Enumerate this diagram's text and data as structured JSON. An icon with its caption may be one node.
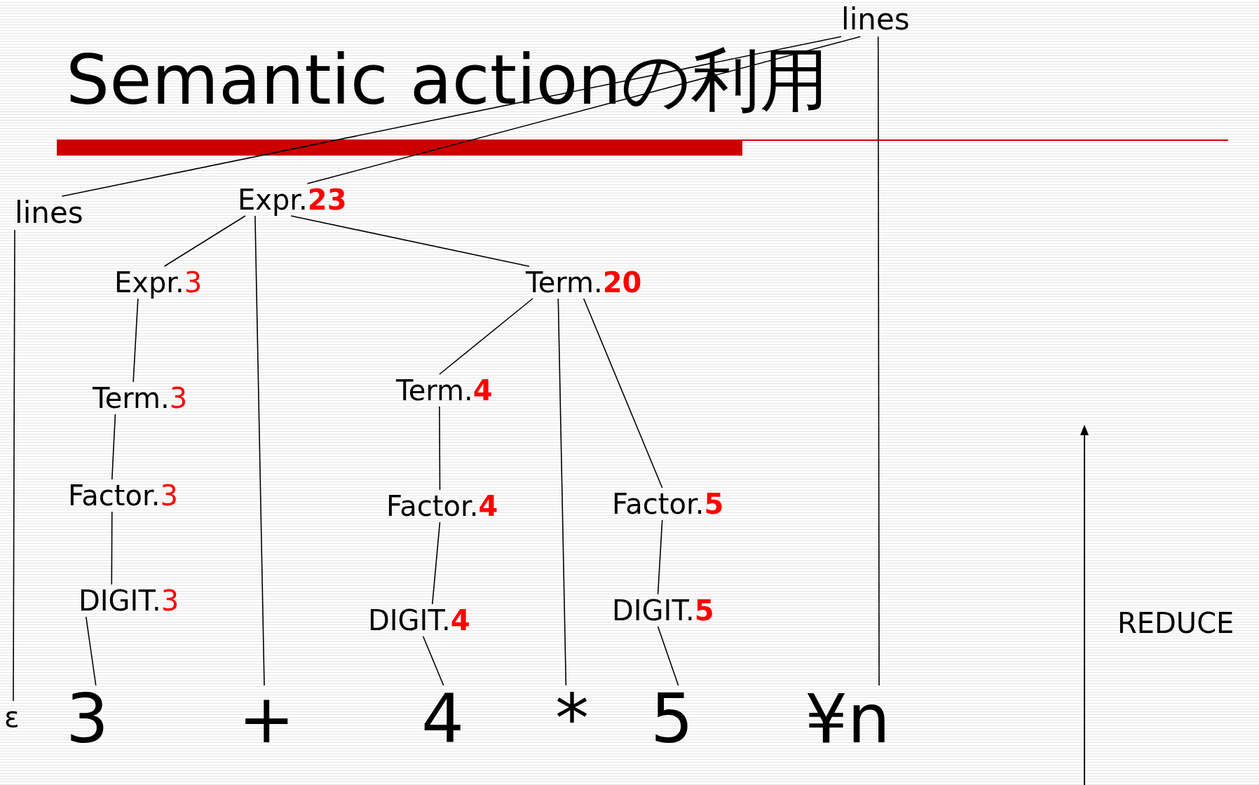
{
  "diagram": {
    "title": "Semantic actionの利用",
    "nodes": [
      {
        "text": [
          "lines"
        ]
      },
      {
        "text": [
          "lines"
        ]
      },
      {
        "text": [
          "Expr.",
          "**23**"
        ]
      },
      {
        "text": [
          "Expr.",
          "3"
        ]
      },
      {
        "text": [
          "Term.",
          "**20**"
        ]
      },
      {
        "text": [
          "Term.",
          "3"
        ]
      },
      {
        "text": [
          "Term.",
          "**4**"
        ]
      },
      {
        "text": [
          "Factor.",
          "3"
        ]
      },
      {
        "text": [
          "Factor.",
          "**4**"
        ]
      },
      {
        "text": [
          "Factor.",
          "**5**"
        ]
      },
      {
        "text": [
          "DIGIT.",
          "3"
        ]
      },
      {
        "text": [
          "DIGIT.",
          "**4**"
        ]
      },
      {
        "text": [
          "DIGIT.",
          "**5**"
        ]
      },
      {
        "text": [
          "ε"
        ]
      },
      {
        "text": [
          "3"
        ]
      },
      {
        "text": [
          "+"
        ]
      },
      {
        "text": [
          "4"
        ]
      },
      {
        "text": [
          "*"
        ]
      },
      {
        "text": [
          "5"
        ]
      },
      {
        "text": [
          "¥n"
        ]
      }
    ],
    "edges": [
      {
        "from": 0,
        "to": 1,
        "arrow": "none"
      },
      {
        "from": 0,
        "to": 2,
        "arrow": "none"
      },
      {
        "from": 0,
        "to": 19,
        "arrow": "none"
      },
      {
        "from": 1,
        "to": 13,
        "arrow": "none"
      },
      {
        "from": 2,
        "to": 3,
        "arrow": "none"
      },
      {
        "from": 2,
        "to": 15,
        "arrow": "none"
      },
      {
        "from": 2,
        "to": 4,
        "arrow": "none"
      },
      {
        "from": 3,
        "to": 5,
        "arrow": "none"
      },
      {
        "from": 5,
        "to": 7,
        "arrow": "none"
      },
      {
        "from": 7,
        "to": 10,
        "arrow": "none"
      },
      {
        "from": 10,
        "to": 14,
        "arrow": "none"
      },
      {
        "from": 4,
        "to": 6,
        "arrow": "none"
      },
      {
        "from": 4,
        "to": 17,
        "arrow": "none"
      },
      {
        "from": 4,
        "to": 9,
        "arrow": "none"
      },
      {
        "from": 6,
        "to": 8,
        "arrow": "none"
      },
      {
        "from": 8,
        "to": 11,
        "arrow": "none"
      },
      {
        "from": 11,
        "to": 16,
        "arrow": "none"
      },
      {
        "from": 9,
        "to": 12,
        "arrow": "none"
      },
      {
        "from": 12,
        "to": 18,
        "arrow": "none"
      }
    ],
    "labels": [
      "REDUCE"
    ]
  }
}
